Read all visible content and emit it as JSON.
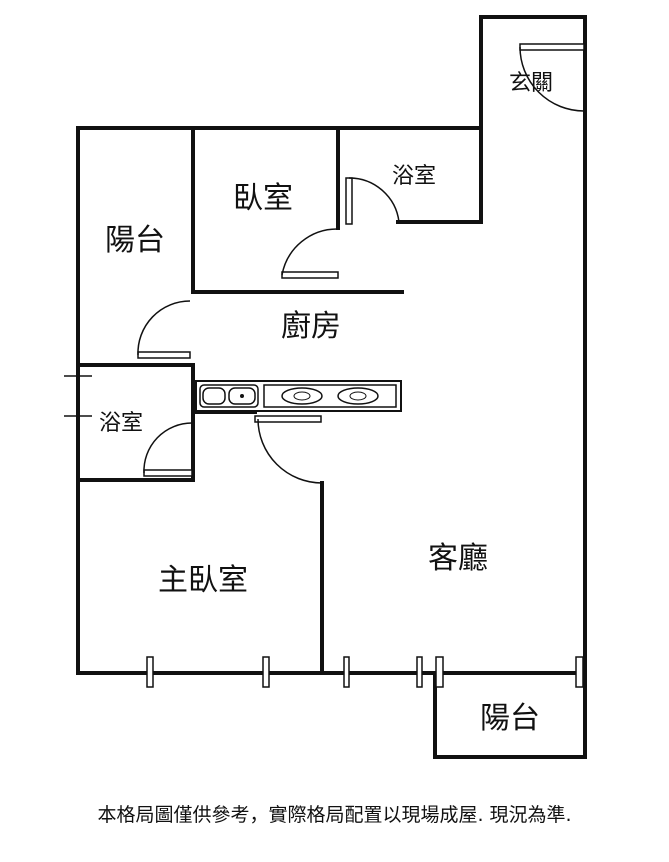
{
  "rooms": {
    "entry": "玄關",
    "bedroom": "臥室",
    "bath_top": "浴室",
    "balcony_left": "陽台",
    "kitchen": "廚房",
    "bath_left": "浴室",
    "living": "客廳",
    "master": "主臥室",
    "balcony_bottom": "陽台"
  },
  "disclaimer": "本格局圖僅供參考，實際格局配置以現場成屋. 現況為準."
}
